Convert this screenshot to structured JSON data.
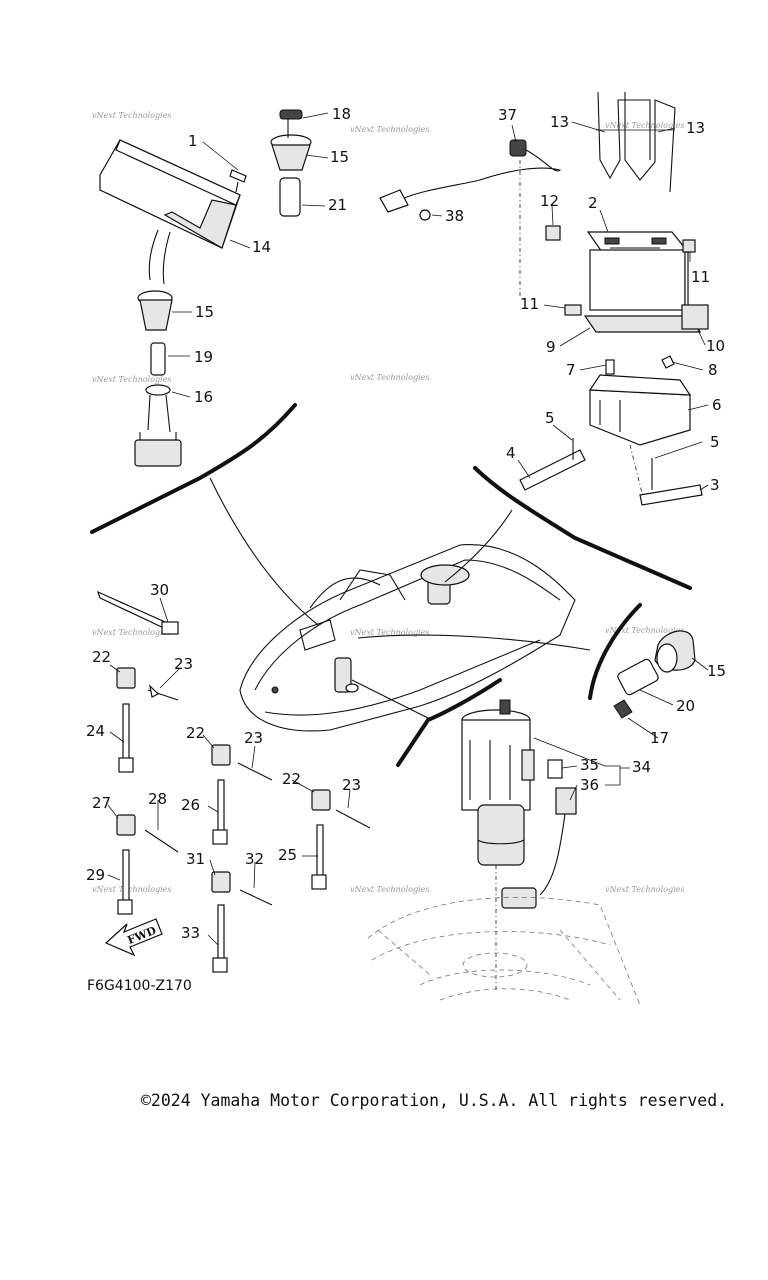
{
  "diagram_code": "F6G4100-Z170",
  "copyright": "©2024 Yamaha Motor Corporation, U.S.A. All rights reserved.",
  "watermark": "vNext Technologies",
  "fwd_label": "FWD",
  "callouts": {
    "c1": "1",
    "c2": "2",
    "c3": "3",
    "c4": "4",
    "c5a": "5",
    "c5b": "5",
    "c6": "6",
    "c7": "7",
    "c8": "8",
    "c9": "9",
    "c10": "10",
    "c11a": "11",
    "c11b": "11",
    "c12": "12",
    "c13a": "13",
    "c13b": "13",
    "c14": "14",
    "c15a": "15",
    "c15b": "15",
    "c15c": "15",
    "c16": "16",
    "c17": "17",
    "c18": "18",
    "c19": "19",
    "c20": "20",
    "c21": "21",
    "c22a": "22",
    "c22b": "22",
    "c22c": "22",
    "c23a": "23",
    "c23b": "23",
    "c23c": "23",
    "c24": "24",
    "c25": "25",
    "c26": "26",
    "c27": "27",
    "c28": "28",
    "c29": "29",
    "c30": "30",
    "c31": "31",
    "c32": "32",
    "c33": "33",
    "c34": "34",
    "c35": "35",
    "c36": "36",
    "c37": "37",
    "c38": "38"
  }
}
